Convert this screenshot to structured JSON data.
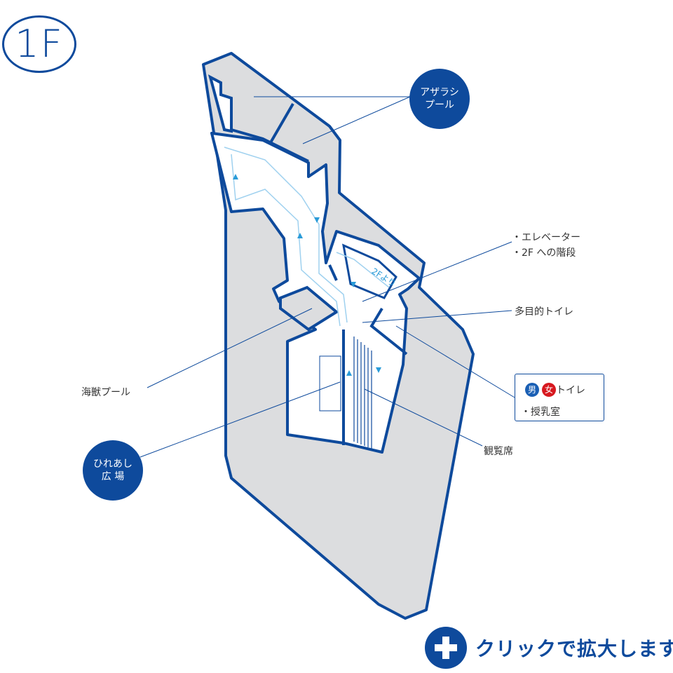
{
  "floor": "1F",
  "labels": {
    "seal_pool": "アザラシ\nプール",
    "elevator": "・エレベーター",
    "stairs": "・2F への階段",
    "multipurpose_toilet": "多目的トイレ",
    "male": "男",
    "female": "女",
    "toilet": "トイレ",
    "nursing_room": "・授乳室",
    "marine_pool": "海獣プール",
    "plaza": "ひれあし\n広 場",
    "seats": "観覧席",
    "from_2f": "2Fより"
  },
  "zoom_label": "クリックで拡大します",
  "colors": {
    "primary_blue": "#0e4a9c",
    "female_red": "#d7191f",
    "male_blue": "#1a5fb4",
    "floor_gray": "#dcdddf",
    "path_blue": "#2a9bd8"
  }
}
